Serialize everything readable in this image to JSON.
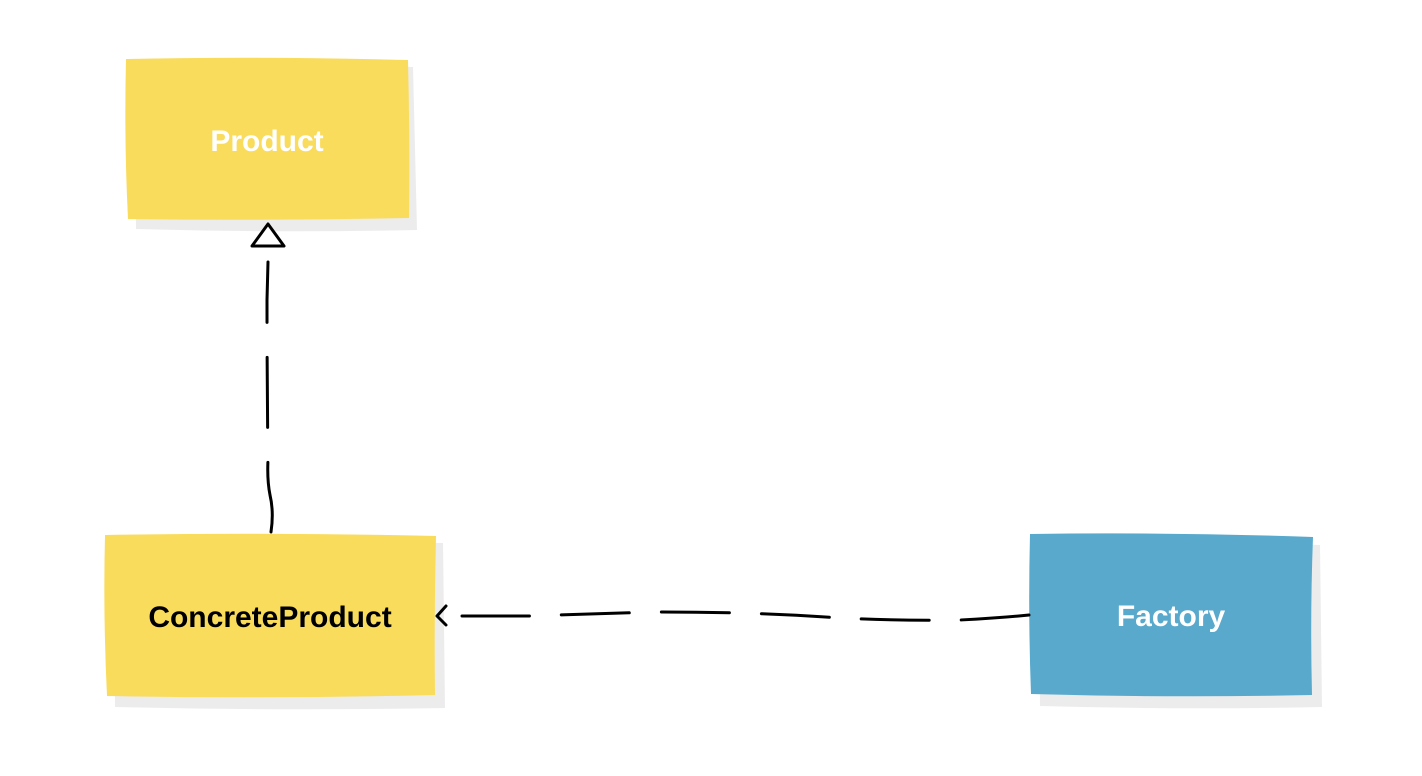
{
  "nodes": {
    "product": {
      "label": "Product",
      "fill": "#F9DC5C",
      "text_color": "#ffffff"
    },
    "concrete_product": {
      "label": "ConcreteProduct",
      "fill": "#F9DC5C",
      "text_color": "#000000"
    },
    "factory": {
      "label": "Factory",
      "fill": "#59A9CC",
      "text_color": "#ffffff"
    }
  },
  "edges": [
    {
      "from": "concrete_product",
      "to": "product",
      "kind": "realization",
      "style": "dashed",
      "arrowhead": "hollow-triangle"
    },
    {
      "from": "factory",
      "to": "concrete_product",
      "kind": "dependency",
      "style": "dashed",
      "arrowhead": "open-chevron"
    }
  ],
  "colors": {
    "background": "#ffffff",
    "line": "#000000",
    "shadow": "#d9d9d9"
  }
}
